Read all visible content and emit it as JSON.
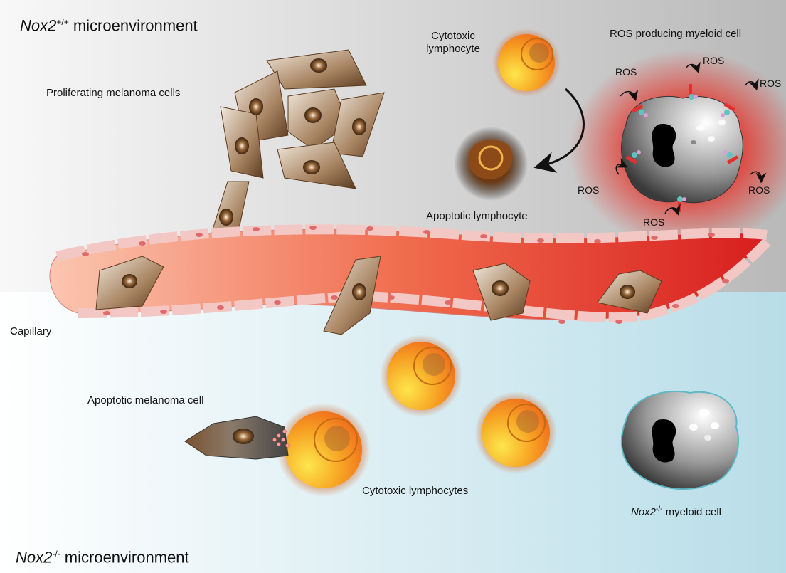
{
  "headers": {
    "top_gene": "Nox2",
    "top_sup": "+/+",
    "top_rest": " microenvironment",
    "bottom_gene": "Nox2",
    "bottom_sup": "-/-",
    "bottom_rest": " microenvironment"
  },
  "labels": {
    "proliferating": "Proliferating melanoma cells",
    "cytotoxic_line1": "Cytotoxic",
    "cytotoxic_line2": "lymphocyte",
    "ros_producing": "ROS producing myeloid cell",
    "apoptotic_lymphocyte": "Apoptotic lymphocyte",
    "capillary": "Capillary",
    "apoptotic_melanoma": "Apoptotic melanoma cell",
    "cytotoxic_lymphocytes": "Cytotoxic lymphocytes",
    "myeloid_gene": "Nox2",
    "myeloid_sup": "-/-",
    "myeloid_rest": " myeloid cell"
  },
  "ros_label": "ROS",
  "colors": {
    "top_bg": "#c8c8c8",
    "bottom_bg": "#bfe0ea",
    "capillary": "#e43a2c",
    "ros_glow": "#e8261c",
    "lymphocyte": "#f58a1e",
    "melanoma": "#8a6a4e"
  }
}
